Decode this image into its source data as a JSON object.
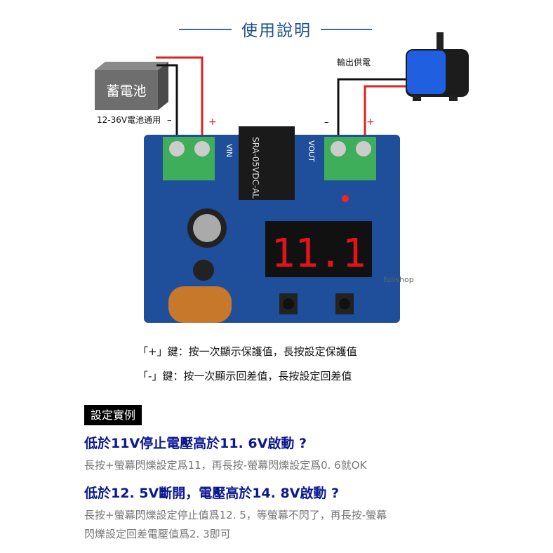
{
  "title": "使用說明",
  "diagram": {
    "battery_label": "蓄電池",
    "battery_range": "12-36V電池通用",
    "output_label": "輸出供電",
    "minus": "–",
    "plus": "+",
    "display_value": "11.1",
    "relay_text": "SRA-05VDC-AL",
    "vin_label": "VIN",
    "vout_label": "VOUT",
    "watermark": "fulishop",
    "colors": {
      "board": "#1f4f9a",
      "terminal": "#3fae5a",
      "display": "#e0141a",
      "wire_red": "#e01f1f",
      "wire_black": "#111111"
    }
  },
  "instructions": [
    "「+」鍵：按一次顯示保護值，長按設定保護值",
    "「-」鍵：按一次顯示回差值，長按設定回差值"
  ],
  "examples": {
    "label": "設定實例",
    "items": [
      {
        "question": "低於11V停止電壓高於11. 6V啟動 ?",
        "answer": [
          "長按+螢幕閃爍設定爲11，再長按-螢幕閃爍設定爲0. 6就OK"
        ]
      },
      {
        "question": "低於12. 5V斷開，電壓高於14. 8V啟動 ?",
        "answer": [
          "長按+螢幕閃爍設定停止值爲12. 5，等螢幕不閃了，再長按-螢幕",
          "閃爍設定回差電壓值爲2. 3即可"
        ]
      }
    ]
  }
}
